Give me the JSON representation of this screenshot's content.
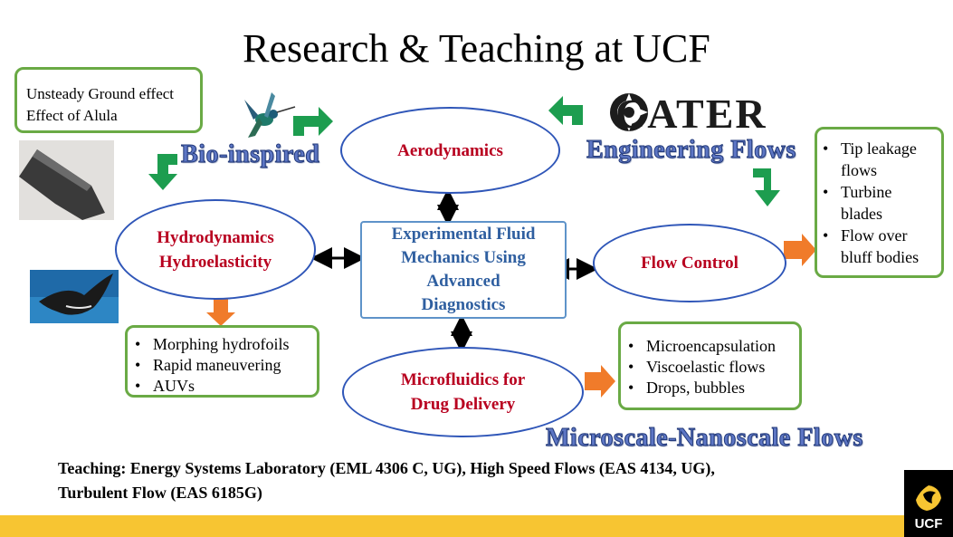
{
  "title": "Research & Teaching at UCF",
  "bio_box": {
    "lines": [
      "Unsteady Ground effect",
      "Effect of Alula"
    ]
  },
  "bio_label": "Bio-inspired",
  "engineering_label": "Engineering Flows",
  "cater_logo": "CATER",
  "micro_label": "Microscale-Nanoscale Flows",
  "nodes": {
    "aerodynamics": "Aerodynamics",
    "hydro": [
      "Hydrodynamics",
      "Hydroelasticity"
    ],
    "center": [
      "Experimental Fluid",
      "Mechanics Using",
      "Advanced",
      "Diagnostics"
    ],
    "flow_control": "Flow Control",
    "microfluidics": [
      "Microfluidics for",
      "Drug Delivery"
    ]
  },
  "engineering_list": [
    "Tip leakage flows",
    "Turbine blades",
    "Flow over bluff bodies"
  ],
  "hydro_list": [
    "Morphing hydrofoils",
    "Rapid maneuvering",
    "AUVs"
  ],
  "micro_list": [
    "Microencapsulation",
    "Viscoelastic flows",
    "Drops, bubbles"
  ],
  "teaching": [
    "Teaching: Energy Systems Laboratory (EML 4306 C, UG), High Speed Flows (EAS 4134, UG),",
    "Turbulent Flow (EAS 6185G)"
  ],
  "ucf_logo": "UCF",
  "colors": {
    "green_border": "#6aaa45",
    "oval_border": "#2f56b8",
    "node_text": "#b8001f",
    "center_text": "#2f5fa0",
    "green_arrow": "#1d9d4f",
    "orange_arrow": "#f07b2a",
    "bar": "#f7c532"
  }
}
